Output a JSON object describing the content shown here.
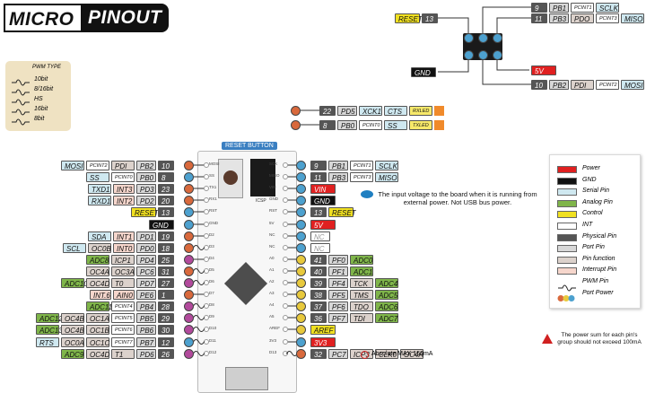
{
  "title_left": "MICRO",
  "title_right": "PINOUT",
  "reset_button_label": "RESET BUTTON",
  "icsp_label": "ICSP",
  "colors": {
    "power": "#e02020",
    "gnd": "#111111",
    "serial": "#cfe8f0",
    "analog": "#7fb54a",
    "control": "#f0e020",
    "int": "#ffffff",
    "physical": "#555555",
    "port": "#d8d8d8",
    "function": "#dcd2cc",
    "interrupt": "#f6d6cc",
    "pinblue": "#4da1cf",
    "pinorange": "#d9693c",
    "pinyellow": "#e8c93c",
    "pinpurple": "#b24a9c",
    "txrx": "#f7e96a",
    "orangeicon": "#f08a2b"
  },
  "pwm_type": {
    "title": "PWM TYPE",
    "items": [
      "10bit",
      "8/16bit",
      "HS",
      "16bit",
      "8bit"
    ]
  },
  "icsp_pins": {
    "right": [
      {
        "num": "9",
        "port": "PB1",
        "int": "PCINT1",
        "func": "SCLK"
      },
      {
        "num": "11",
        "port": "PB3",
        "pdo": "PDO",
        "int": "PCINT3",
        "func": "MISO"
      },
      {
        "num": "10",
        "port": "PB2",
        "pdo": "PDI",
        "int": "PCINT2",
        "func": "MOSI"
      }
    ],
    "reset": "RESET",
    "reset_num": "13",
    "gnd": "GND",
    "v5": "5V"
  },
  "top_rows": [
    {
      "num": "22",
      "port": "PD5",
      "alt": "XCK1",
      "func": "CTS",
      "tag": "RXLED"
    },
    {
      "num": "8",
      "port": "PB0",
      "int": "PCINT0",
      "func": "SS",
      "tag": "TXLED"
    }
  ],
  "left_rows": [
    [
      "MOSI",
      "PCINT2",
      "PDI",
      "PB2",
      "10"
    ],
    [
      "",
      "SS",
      "PCINT0",
      "PB0",
      "8"
    ],
    [
      "TXD1",
      "INT3",
      "PD3",
      "23",
      ""
    ],
    [
      "RXD1",
      "INT2",
      "PD2",
      "20",
      ""
    ],
    [
      "",
      "",
      "",
      "RESET",
      "13"
    ],
    [
      "",
      "",
      "",
      "GND",
      ""
    ],
    [
      "SDA",
      "INT1",
      "PD1",
      "19",
      ""
    ],
    [
      "SCL",
      "OC0B",
      "INT0",
      "PD0",
      "18"
    ],
    [
      "ADC8",
      "ICP1",
      "PD4",
      "25",
      ""
    ],
    [
      "OC4A",
      "OC3A",
      "PC6",
      "31",
      ""
    ],
    [
      "ADC10",
      "OC4D",
      "T0",
      "PD7",
      "27"
    ],
    [
      "INT.6",
      "AIN0",
      "PE6",
      "1",
      ""
    ],
    [
      "ADC11",
      "PCINT4",
      "PB4",
      "28",
      ""
    ],
    [
      "ADC12",
      "OC4B",
      "OC1A",
      "PCINT5",
      "PB5",
      "29"
    ],
    [
      "ADC13",
      "OC4B",
      "OC1B",
      "PCINT6",
      "PB6",
      "30"
    ],
    [
      "RTS",
      "OC0A",
      "OC1C",
      "PCINT7",
      "PB7",
      "12"
    ],
    [
      "ADC9",
      "OC4D",
      "T1",
      "PD6",
      "26"
    ]
  ],
  "right_rows": [
    [
      "9",
      "PB1",
      "PCINT1",
      "SCLK"
    ],
    [
      "11",
      "PB3",
      "PCINT3",
      "MISO"
    ],
    [
      "VIN"
    ],
    [
      "GND"
    ],
    [
      "13",
      "RESET"
    ],
    [
      "5V"
    ],
    [
      "NC"
    ],
    [
      "NC"
    ],
    [
      "41",
      "PF0",
      "ADC0"
    ],
    [
      "40",
      "PF1",
      "ADC1"
    ],
    [
      "39",
      "PF4",
      "TCK",
      "ADC4"
    ],
    [
      "38",
      "PF5",
      "TMS",
      "ADC5"
    ],
    [
      "37",
      "PF6",
      "TDO",
      "ADC6"
    ],
    [
      "36",
      "PF7",
      "TDI",
      "ADC7"
    ],
    [
      "AREF"
    ],
    [
      "3V3"
    ],
    [
      "32",
      "PC7",
      "ICP3",
      "CLK0",
      "OC4A"
    ]
  ],
  "vin_note": "The input voltage to the board when it is running from external power. Not USB bus power.",
  "absolute_max": "Absolute MAX 150mA",
  "legend": [
    "Power",
    "GND",
    "Serial Pin",
    "Analog Pin",
    "Control",
    "INT",
    "Physical Pin",
    "Port Pin",
    "Pin function",
    "Interrupt Pin",
    "PWM Pin",
    "Port Power"
  ],
  "power_note": "The power sum for each pin's group should not exceed 100mA",
  "board_left_labels": [
    "MOSI",
    "SS",
    "TX1",
    "RX1",
    "RST",
    "GND",
    "D2",
    "D3",
    "D4",
    "D5",
    "D6",
    "D7",
    "D8",
    "D9",
    "D10",
    "D11",
    "D12"
  ],
  "board_right_labels": [
    "SCK",
    "MISO",
    "VIN",
    "GND",
    "RST",
    "5V",
    "NC",
    "NC",
    "A0",
    "A1",
    "A2",
    "A3",
    "A4",
    "A5",
    "AREF",
    "3V3",
    "D13"
  ]
}
